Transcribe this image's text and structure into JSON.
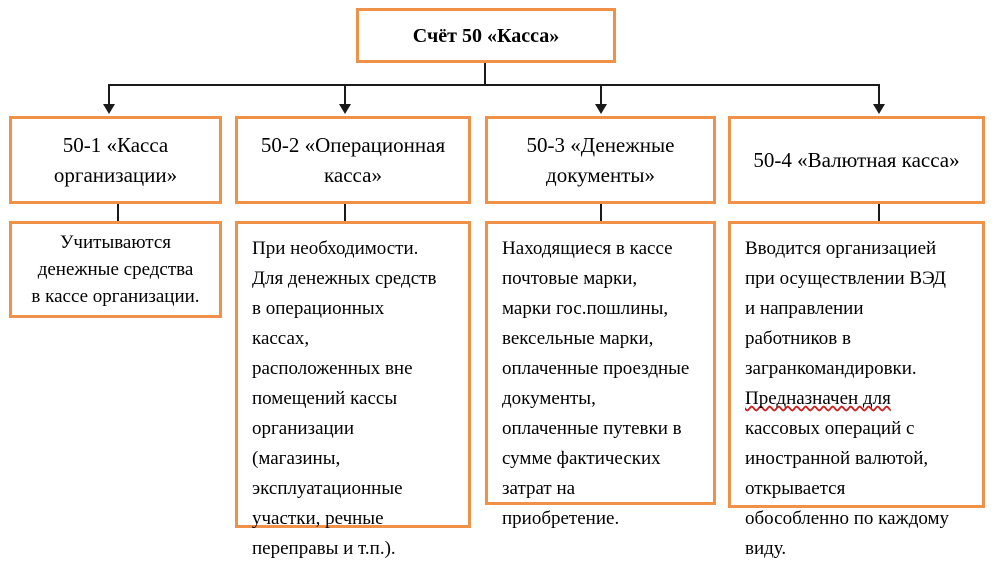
{
  "diagram": {
    "type": "org-tree",
    "accent_color": "#F0914A",
    "line_color": "#1a1a1a",
    "background": "#ffffff",
    "root": {
      "label": "Счёт 50 «Касса»"
    },
    "branches": [
      {
        "title_lines": [
          "50-1 «Касса",
          "организации»"
        ],
        "desc_lines": [
          "Учитываются",
          "денежные средства",
          "в кассе организации."
        ],
        "desc_align": "center"
      },
      {
        "title_lines": [
          "50-2 «Операционная",
          "касса»"
        ],
        "desc_lines": [
          "При необходимости.",
          "Для денежных средств",
          "в операционных",
          "кассах,",
          "расположенных вне",
          "помещений кассы",
          "организации",
          "(магазины,",
          "эксплуатационные",
          "участки, речные",
          "переправы и т.п.)."
        ],
        "desc_align": "left"
      },
      {
        "title_lines": [
          "50-3 «Денежные",
          "документы»"
        ],
        "desc_lines": [
          "Находящиеся в кассе",
          "почтовые марки,",
          "марки гос.пошлины,",
          "вексельные марки,",
          "оплаченные проездные",
          "документы,",
          "оплаченные путевки в",
          "сумме фактических",
          "затрат на",
          "приобретение."
        ],
        "desc_align": "left"
      },
      {
        "title_lines": [
          "50-4 «Валютная касса»"
        ],
        "desc_lines": [
          "Вводится организацией",
          "при осуществлении ВЭД",
          "и направлении",
          "работников в",
          "загранкомандировки.",
          "Предназначен для",
          "кассовых операций с",
          "иностранной валютой,",
          "открывается",
          "обособленно по каждому",
          "виду."
        ],
        "desc_align": "left",
        "spellcheck_line_index": 5
      }
    ]
  }
}
